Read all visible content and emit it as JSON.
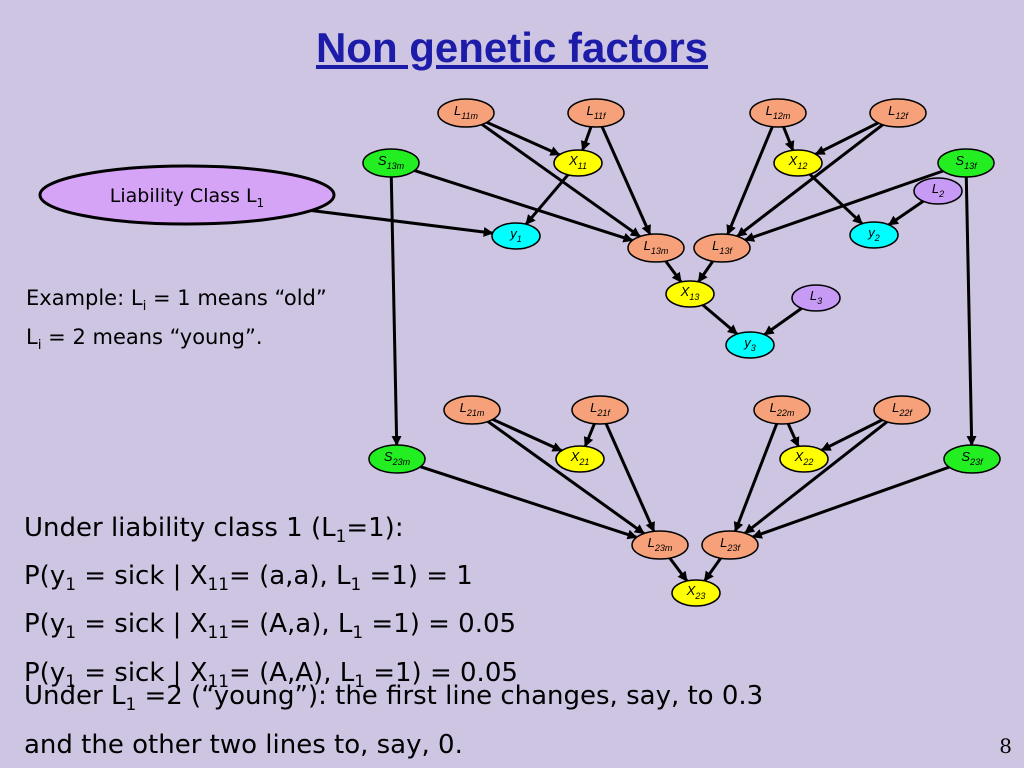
{
  "title": "Non genetic factors",
  "nodes": {
    "L11m": {
      "base": "L",
      "sub": "11m"
    },
    "L11f": {
      "base": "L",
      "sub": "11f"
    },
    "L12m": {
      "base": "L",
      "sub": "12m"
    },
    "L12f": {
      "base": "L",
      "sub": "12f"
    },
    "S13m": {
      "base": "S",
      "sub": "13m"
    },
    "S13f": {
      "base": "S",
      "sub": "13f"
    },
    "X11": {
      "base": "X",
      "sub": "11"
    },
    "X12": {
      "base": "X",
      "sub": "12"
    },
    "L2": {
      "base": "L",
      "sub": "2"
    },
    "y1": {
      "base": "y",
      "sub": "1"
    },
    "y2": {
      "base": "y",
      "sub": "2"
    },
    "L13m": {
      "base": "L",
      "sub": "13m"
    },
    "L13f": {
      "base": "L",
      "sub": "13f"
    },
    "X13": {
      "base": "X",
      "sub": "13"
    },
    "L3": {
      "base": "L",
      "sub": "3"
    },
    "y3": {
      "base": "y",
      "sub": "3"
    },
    "L21m": {
      "base": "L",
      "sub": "21m"
    },
    "L21f": {
      "base": "L",
      "sub": "21f"
    },
    "L22m": {
      "base": "L",
      "sub": "22m"
    },
    "L22f": {
      "base": "L",
      "sub": "22f"
    },
    "S23m": {
      "base": "S",
      "sub": "23m"
    },
    "S23f": {
      "base": "S",
      "sub": "23f"
    },
    "X21": {
      "base": "X",
      "sub": "21"
    },
    "X22": {
      "base": "X",
      "sub": "22"
    },
    "L23m": {
      "base": "L",
      "sub": "23m"
    },
    "L23f": {
      "base": "L",
      "sub": "23f"
    },
    "X23": {
      "base": "X",
      "sub": "23"
    }
  },
  "liability": {
    "label": "Liability Class L",
    "sub": "1"
  },
  "example": {
    "line1_a": "Example: L",
    "line1_sub": "i",
    "line1_b": " = 1 means “old”",
    "line2_a": "L",
    "line2_sub": "i",
    "line2_b": " = 2 means “young”."
  },
  "under1": {
    "heading_a": "Under liability class 1 (L",
    "heading_sub": "1",
    "heading_b": "=1):",
    "rows": [
      {
        "a": "P(y",
        "s1": "1",
        "b": " = sick | X",
        "s2": "11",
        "c": "= (a,a), L",
        "s3": "1",
        "d": " =1) = 1"
      },
      {
        "a": "P(y",
        "s1": "1",
        "b": " = sick | X",
        "s2": "11",
        "c": "= (A,a), L",
        "s3": "1",
        "d": " =1) = 0.05"
      },
      {
        "a": "P(y",
        "s1": "1",
        "b": " = sick | X",
        "s2": "11",
        "c": "= (A,A), L",
        "s3": "1",
        "d": " =1) = 0.05"
      }
    ]
  },
  "under2": {
    "a": "Under L",
    "sub": "1",
    "b": " =2  (“young”): the first line changes, say, to 0.3",
    "line2": "and the other two lines to, say, 0."
  },
  "page_number": "8",
  "colors": {
    "background": "#cdc5e2",
    "title": "#1c1ca8",
    "liability": "#d6a4f7",
    "liab_small": "#c79af5",
    "founder": "#f7a17a",
    "genotype": "#ffff00",
    "phenotype": "#00ffff",
    "selection": "#22ee22"
  }
}
